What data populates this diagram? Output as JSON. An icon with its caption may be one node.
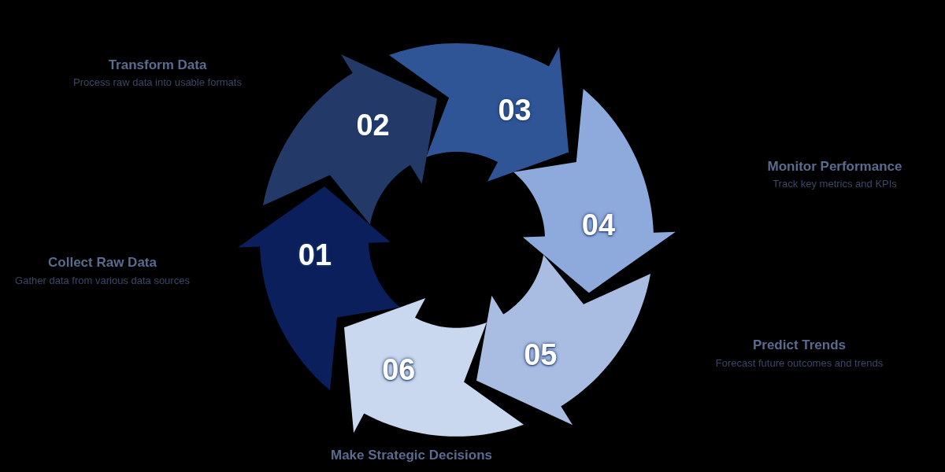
{
  "diagram": {
    "nodes": [
      {
        "text": [
          "01"
        ]
      },
      {
        "text": [
          "02"
        ]
      },
      {
        "text": [
          "03"
        ]
      },
      {
        "text": [
          "04"
        ]
      },
      {
        "text": [
          "05"
        ]
      },
      {
        "text": [
          "06"
        ]
      }
    ],
    "labels": [
      "Transform Data",
      "Process raw data into usable formats",
      "Monitor Performance",
      "Track key metrics and KPIs",
      "Collect Raw Data",
      "Gather data from various data sources",
      "Predict Trends",
      "Forecast future outcomes and trends",
      "Make Strategic Decisions"
    ]
  }
}
